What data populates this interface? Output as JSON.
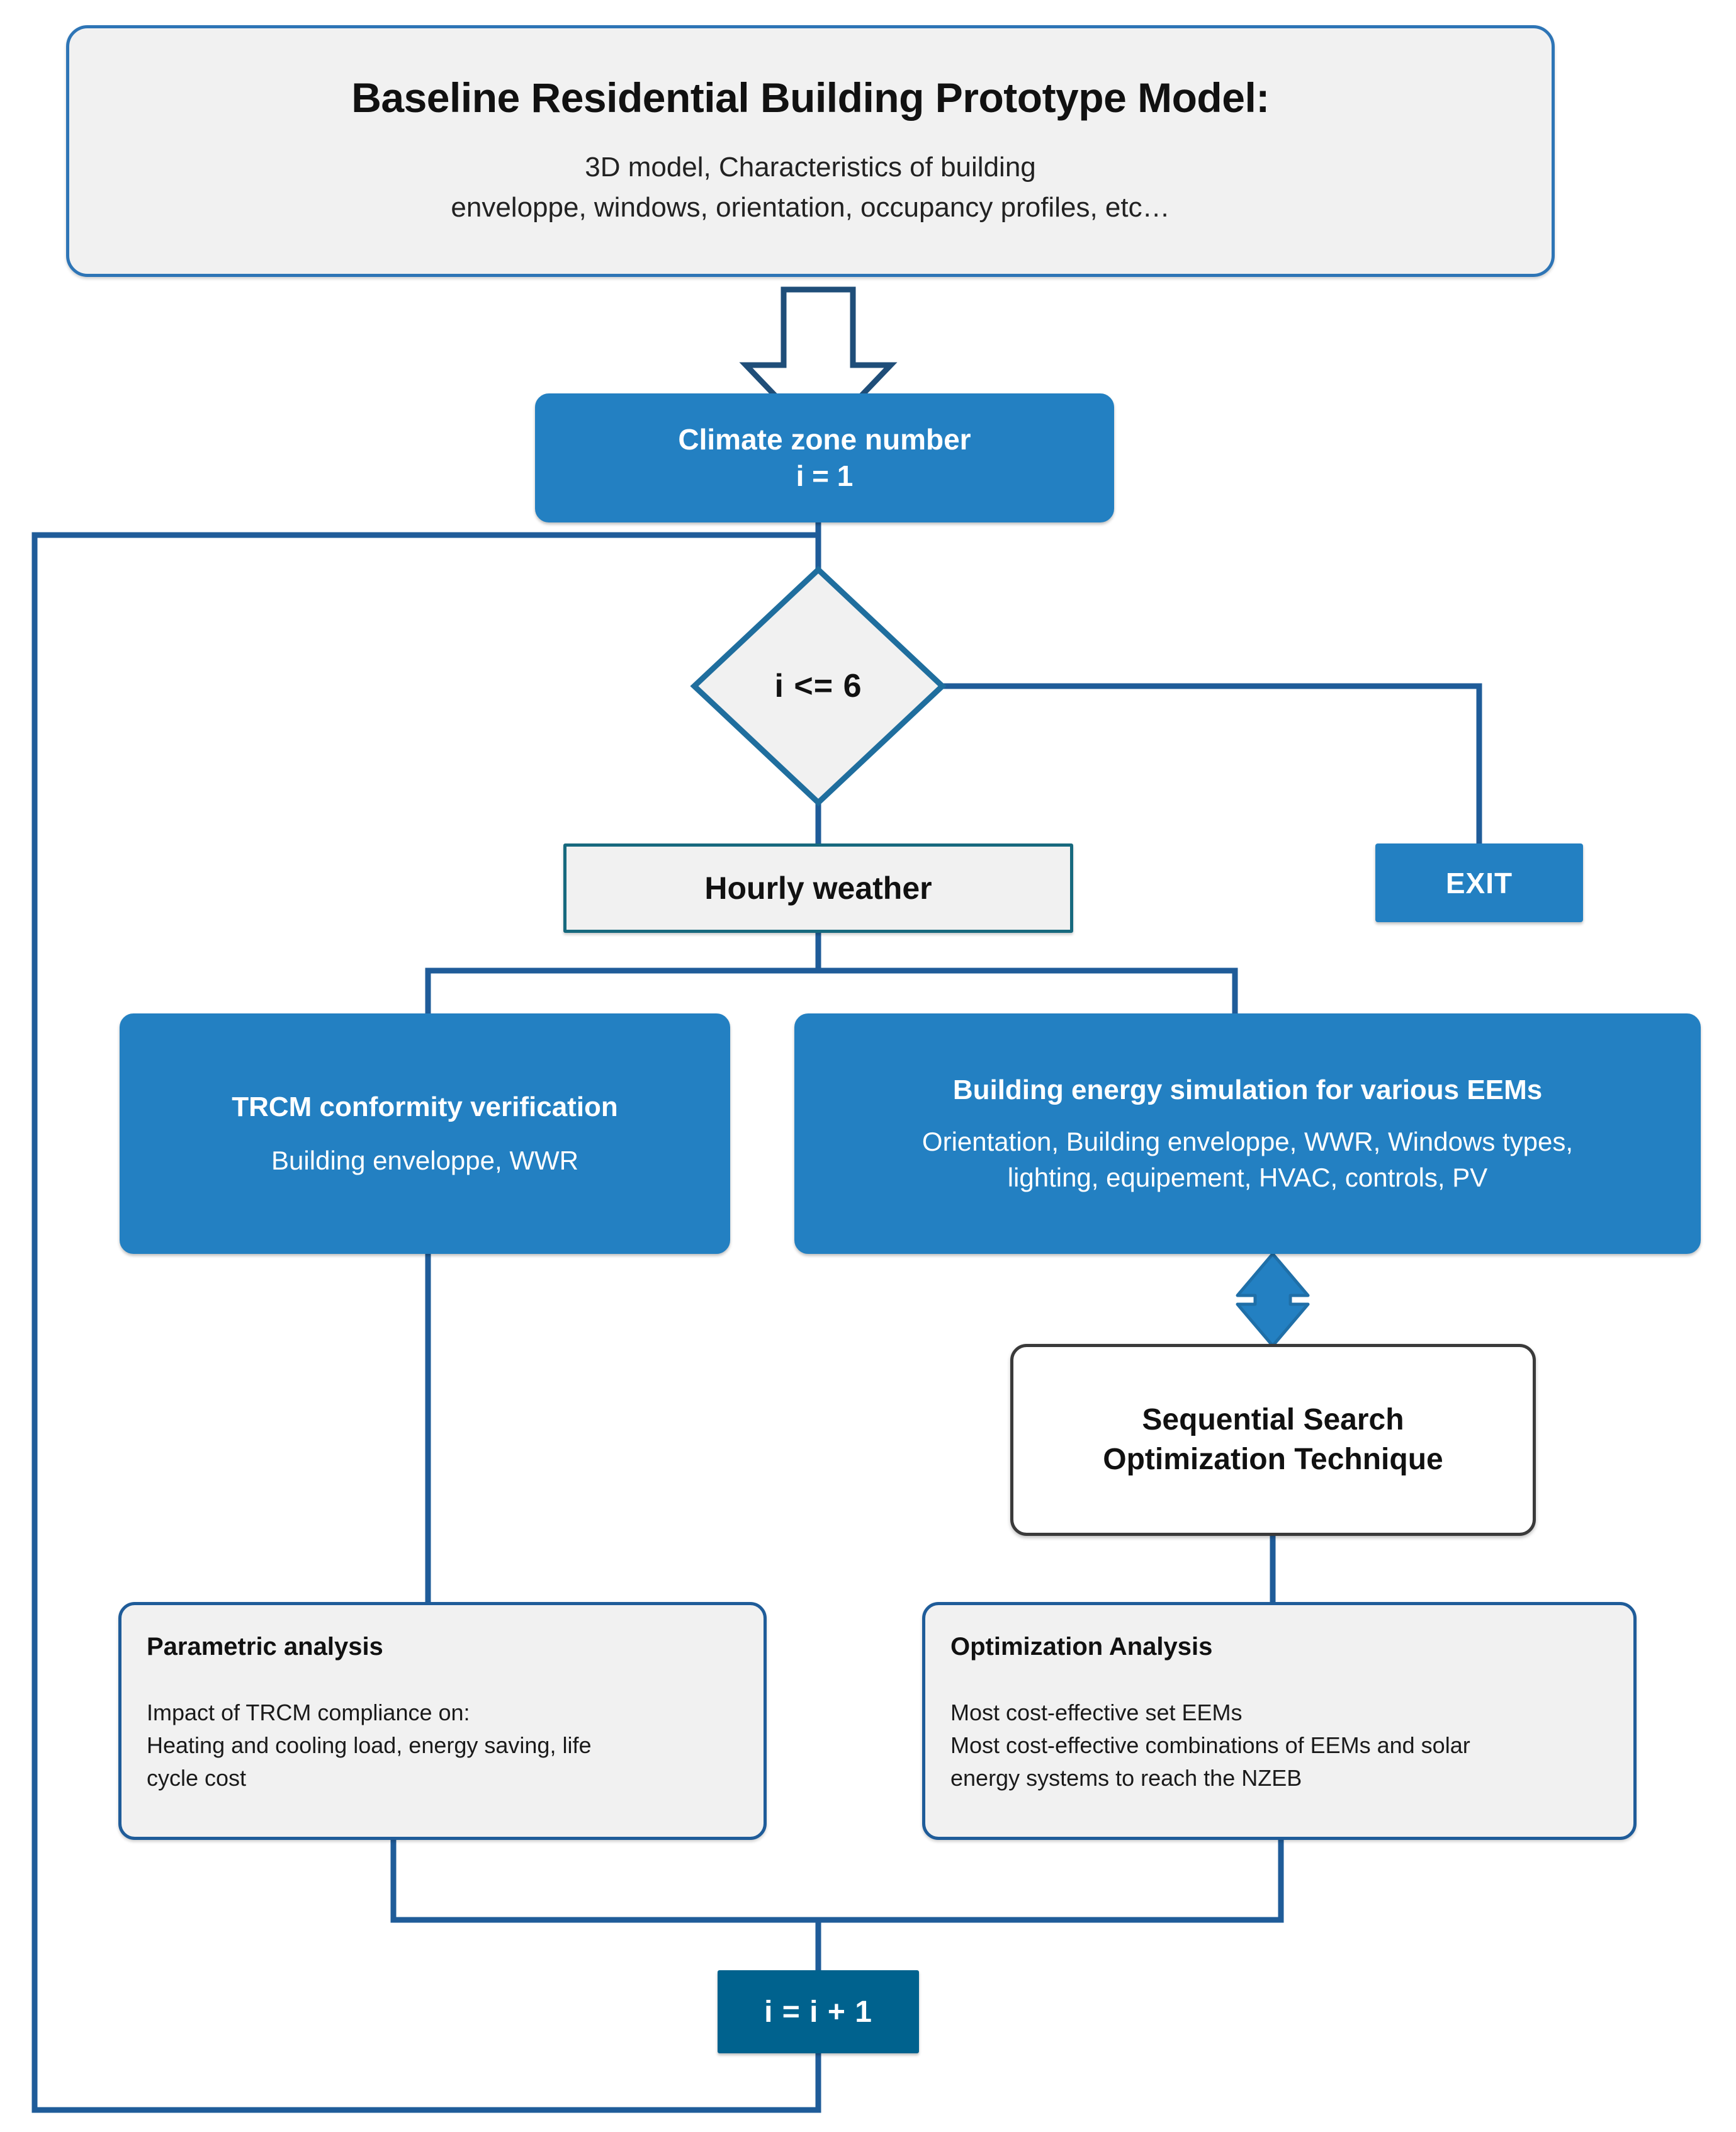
{
  "diagram": {
    "title": "Research methodology flowchart",
    "colors": {
      "blue_fill": "#2380c2",
      "blue_border": "#2e75b6",
      "dark_blue_fill": "#00628e",
      "grey_fill": "#f1f1f1",
      "teal_border": "#17697e",
      "connector": "#1f5c99"
    }
  },
  "nodes": {
    "prototype": {
      "title": "Baseline Residential Building Prototype Model:",
      "line1": "3D model, Characteristics of building",
      "line2": "enveloppe, windows, orientation, occupancy profiles, etc…"
    },
    "climate_zone": {
      "line1": "Climate zone number",
      "line2": "i = 1"
    },
    "decision": {
      "label": "i <= 6"
    },
    "exit": {
      "label": "EXIT"
    },
    "hourly_weather": {
      "label": "Hourly weather"
    },
    "trcm": {
      "title": "TRCM conformity verification",
      "subtitle": "Building enveloppe, WWR"
    },
    "eem_simulation": {
      "title": "Building energy simulation for various EEMs",
      "line1": "Orientation, Building enveloppe, WWR, Windows types,",
      "line2": "lighting, equipement, HVAC, controls, PV"
    },
    "sequential_search": {
      "line1": "Sequential Search",
      "line2": "Optimization Technique"
    },
    "parametric_analysis": {
      "title": "Parametric analysis",
      "line1": "Impact of TRCM compliance on:",
      "line2": "Heating and cooling load, energy saving,  life",
      "line3": "cycle cost"
    },
    "optimization_analysis": {
      "title": "Optimization Analysis",
      "line1": "Most cost-effective set EEMs",
      "line2": "Most cost-effective combinations of EEMs and solar",
      "line3": "energy systems to reach the NZEB"
    },
    "increment": {
      "label": "i = i + 1"
    }
  },
  "icons": {
    "down_block_arrow": "down-block-arrow-icon",
    "double_arrow": "double-headed-vertical-arrow-icon"
  }
}
